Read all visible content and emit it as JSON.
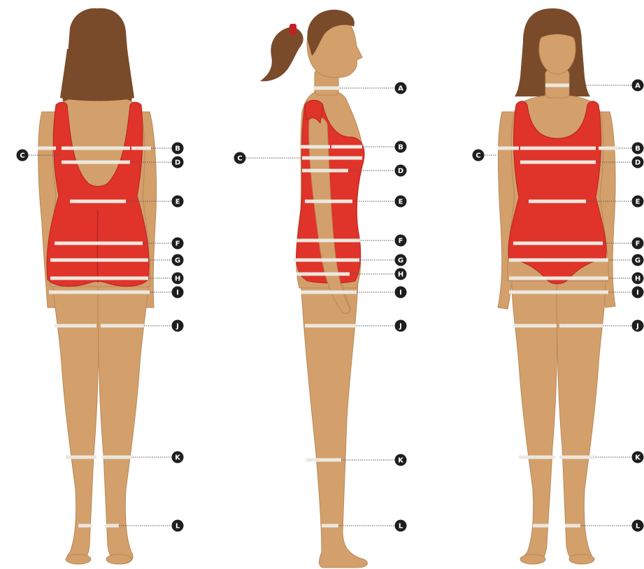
{
  "colors": {
    "skin": "#D3A06C",
    "skin_shade": "#B98756",
    "hair": "#7A4B2A",
    "hair_dark": "#5E3820",
    "swimsuit": "#E0332A",
    "swimsuit_dark": "#B82520",
    "measure_line": "#ECE8DF",
    "leader": "#555555",
    "marker": "#1E1E1E",
    "marker_text": "#FFFFFF",
    "background": "#FFFFFF"
  },
  "figures": [
    {
      "id": "back",
      "view": "back view"
    },
    {
      "id": "side",
      "view": "side view"
    },
    {
      "id": "front",
      "view": "front view"
    }
  ],
  "markers": {
    "back": [
      "B",
      "C",
      "D",
      "E",
      "F",
      "G",
      "H",
      "I",
      "J",
      "K",
      "L"
    ],
    "side": [
      "A",
      "B",
      "C",
      "D",
      "E",
      "F",
      "G",
      "H",
      "I",
      "J",
      "K",
      "L"
    ],
    "front": [
      "A",
      "B",
      "C",
      "D",
      "E",
      "F",
      "G",
      "H",
      "I",
      "J",
      "K",
      "L"
    ]
  }
}
